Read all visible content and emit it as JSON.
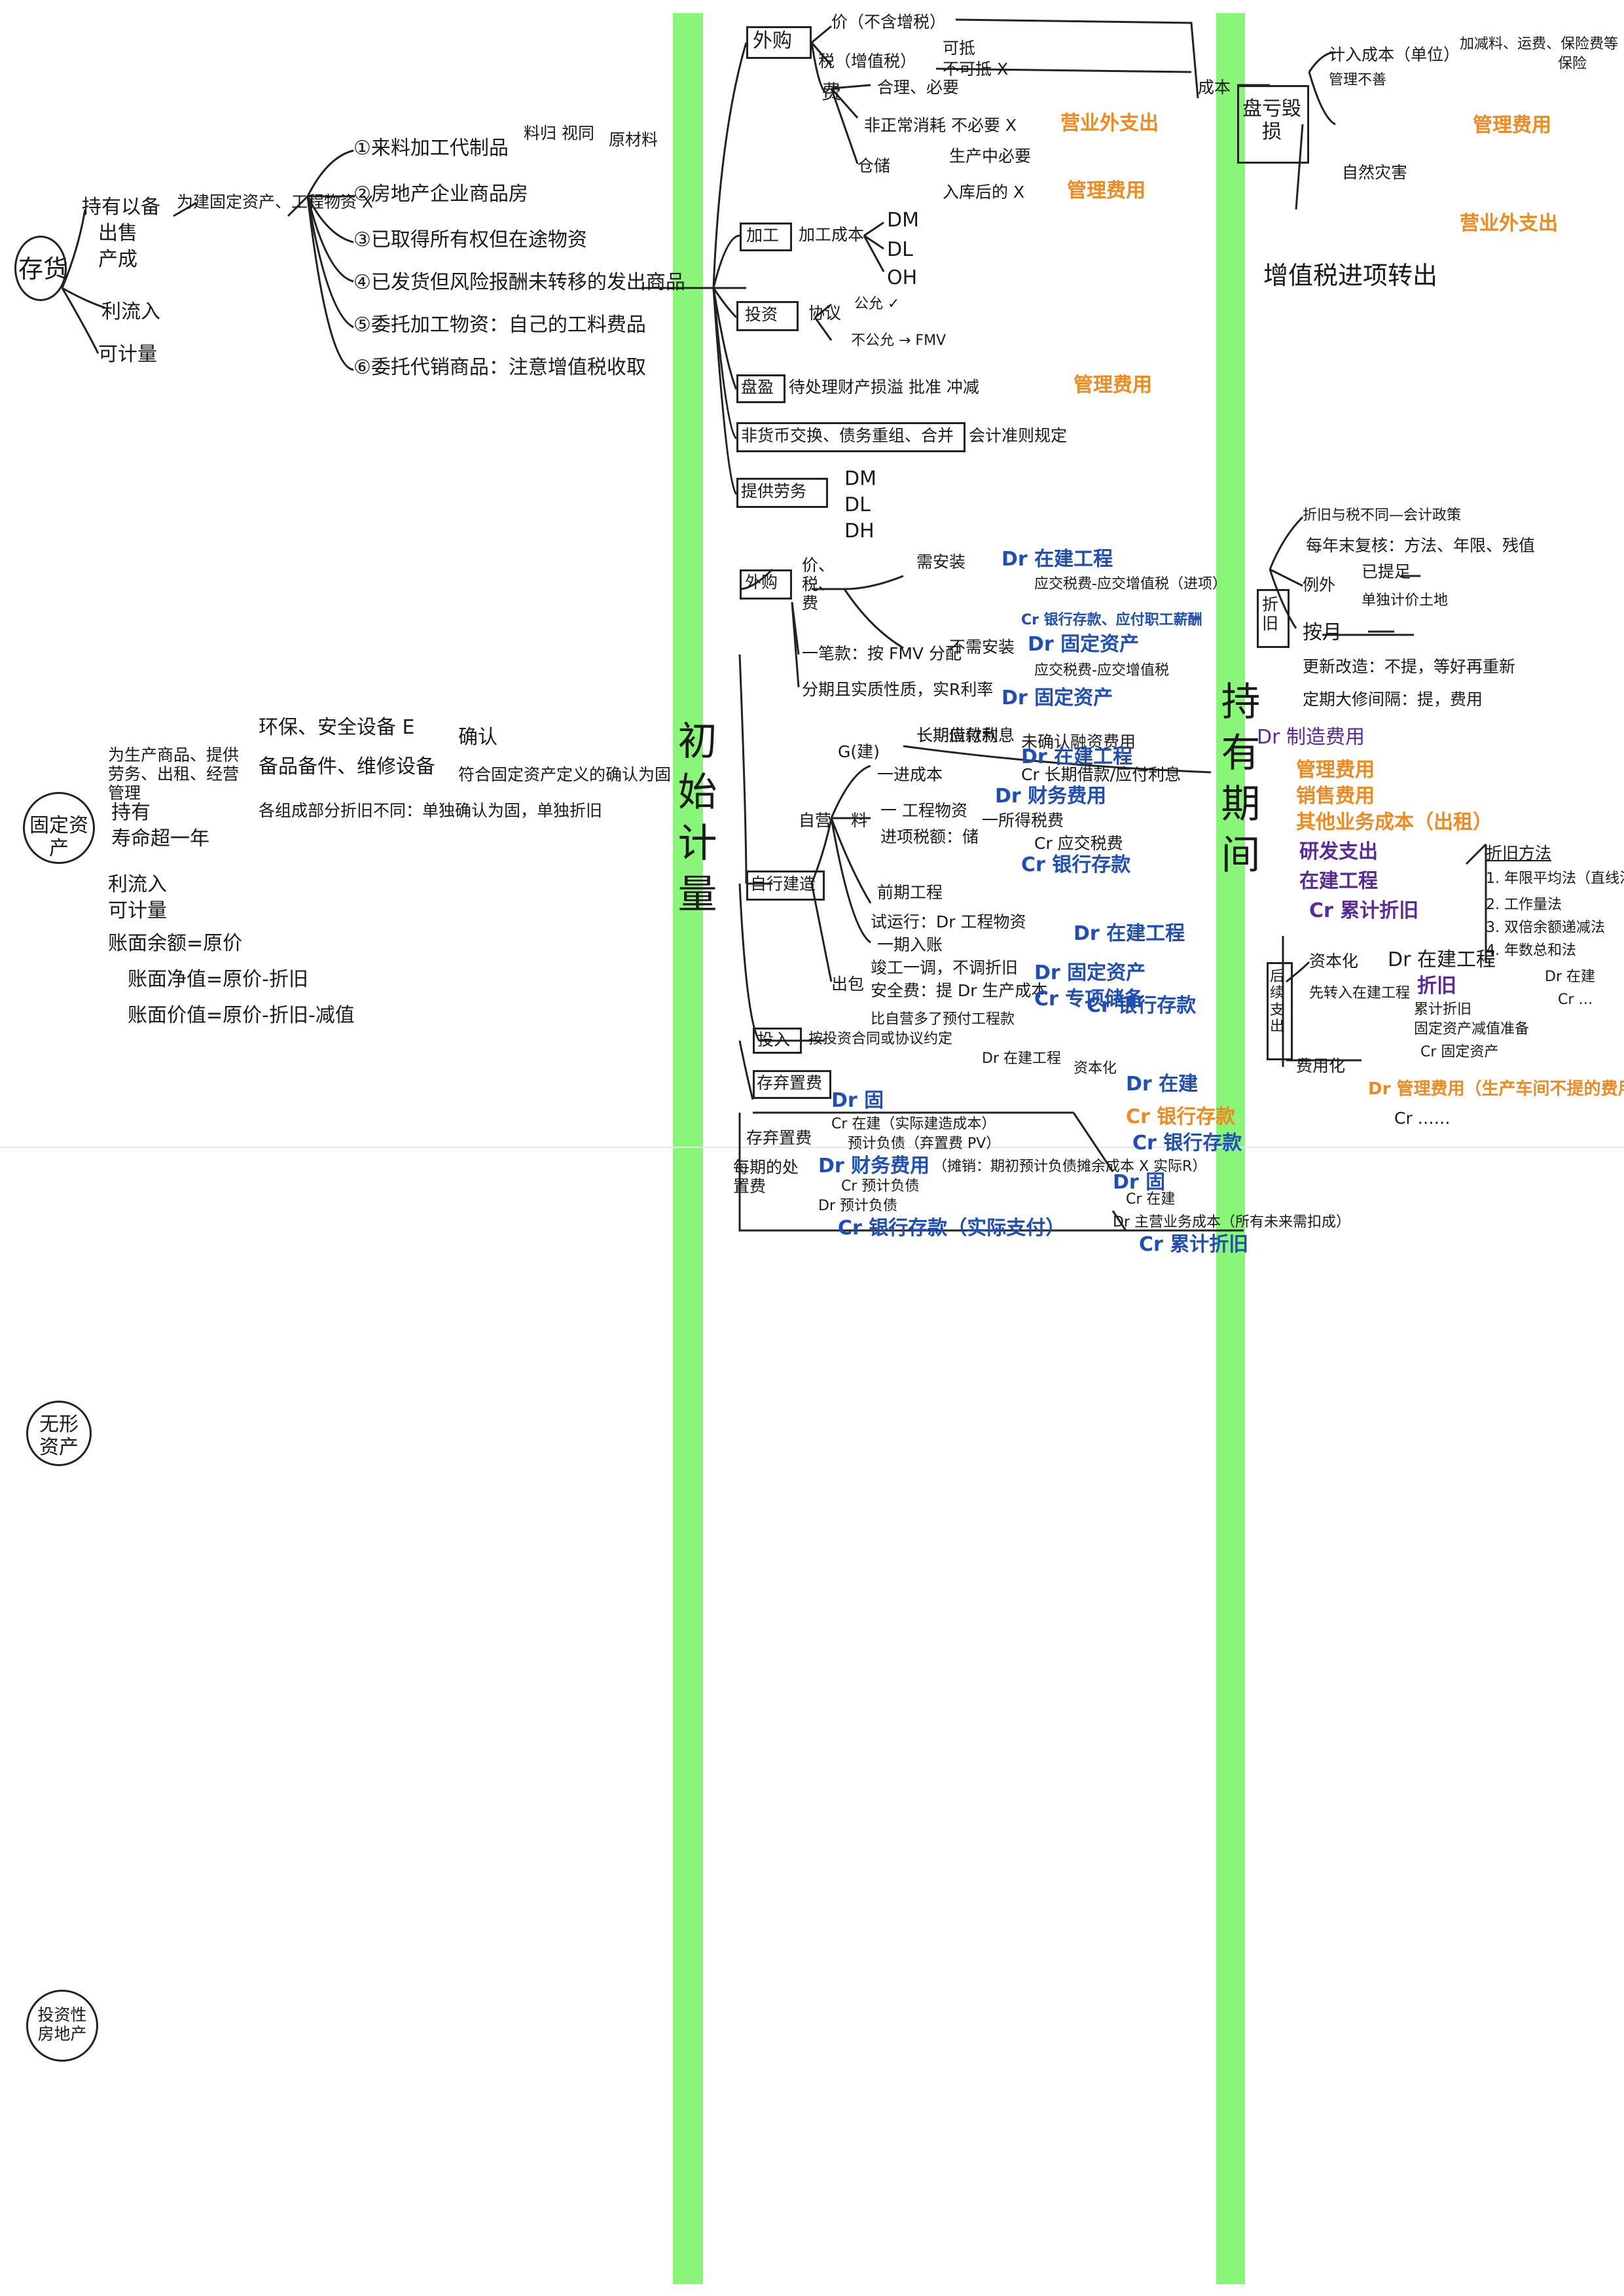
{
  "inventory": {
    "root": "存货",
    "hold": "持有以备",
    "sell": "出售",
    "produce": "产成",
    "cond1": "利流入",
    "cond2": "可计量",
    "exclude_title": "为建固定资产、工程物资 X",
    "items": [
      "①来料加工代制品",
      "②房地产企业商品房",
      "③已取得所有权但在途物资",
      "④已发货但风险报酬未转移的发出商品",
      "⑤委托加工物资：自己的工料费品",
      "⑥委托代销商品：注意增值税收取"
    ],
    "item1_note": "料归 视同",
    "item1_note2": "原材料"
  },
  "fixed_asset": {
    "root": "固定资产",
    "hold_purposes": "为生产商品、提供劳务、出租、经营管理",
    "hold": "持有",
    "life": "寿命超一年",
    "env": "环保、安全设备 E",
    "env_note": "确认",
    "spare": "备品备件、维修设备",
    "spare_note": "符合固定资产定义的确认为固",
    "component": "各组成部分折旧不同：单独确认为固，单独折旧",
    "cond1": "利流入",
    "cond2": "可计量",
    "bal1": "账面余额=原价",
    "bal2": "账面净值=原价-折旧",
    "bal3": "账面价值=原价-折旧-减值"
  },
  "intangible": {
    "root": "无形资产"
  },
  "investment_property": {
    "root": "投资性房地产"
  },
  "initial": {
    "title": "初始计量",
    "purchase": "外购",
    "price": "价（不含增税）",
    "tax": "税（增值税）",
    "tax_a": "可抵",
    "tax_b": "不可抵 X",
    "fee": "费",
    "fee_reasonable": "合理、必要",
    "abnormal": "非正常消耗 不必要 X",
    "abnormal_res": "营业外支出",
    "storage": "仓储",
    "storage_a": "生产中必要",
    "storage_b": "入库后的 X",
    "storage_res": "管理费用",
    "cost_label": "成本",
    "process": "加工",
    "process_cost": "加工成本",
    "dm": "DM",
    "dl": "DL",
    "oh": "OH",
    "invest": "投资",
    "agreement": "协议",
    "fair": "公允 ✓",
    "unfair": "不公允 → FMV",
    "inventory_check": "盘盈",
    "inventory_check_text": "待处理财产损溢 批准 冲减",
    "inventory_check_res": "管理费用",
    "exchange": "非货币交换、债务重组、合并",
    "exchange_res": "会计准则规定",
    "service": "提供劳务",
    "s_dm": "DM",
    "s_dl": "DL",
    "s_dh": "DH",
    "fa_purchase": "外购",
    "fa_price_tax_fee": "价、税、费",
    "need_install": "需安装",
    "need_install_dr": "Dr 在建工程",
    "install_note": "应交税费-应交增值税（进项）",
    "install_cr": "Cr 银行存款、应付职工薪酬",
    "no_install": "不需安装",
    "no_install_dr": "Dr 固定资产",
    "no_install_note": "应交税费-应交增值税",
    "bulk": "一笔款：按 FMV 分配",
    "installment": "分期且实质性质，实R利率",
    "installment_dr": "Dr 固定资产",
    "installment_a": "长期应付款",
    "installment_b": "未确认融资费用",
    "self_build": "自行建造",
    "self_method": "自营",
    "g_project": "G(建)",
    "into_cost": "一进成本",
    "material": "料",
    "material_a": "一 工程物资",
    "material_b": "进项税额：储",
    "borrowing": "长期借款利息",
    "borrow_dr": "Dr 在建工程",
    "borrow_cr": "Cr 长期借款/应付利息",
    "tax_dr": "Dr 财务费用",
    "selling": "一所得税费",
    "sell_cr": "Cr 应交税费",
    "paid": "Cr 银行存款",
    "engineering": "前期工程",
    "trial": "试运行：Dr 工程物资",
    "trial_b": "一期入账",
    "settle": "竣工一调，不调折旧",
    "safety": "安全费：提 Dr 生产成本",
    "safety_dr": "Dr 固定资产",
    "safety_cr": "Cr 专项储备",
    "outsource": "出包",
    "outsource_text": "比自营多了预付工程款",
    "prepay_dr": "Dr 在建工程",
    "prepay_cr": "Cr 银行存款",
    "contribution": "投入",
    "contribution_text": "按投资合同或协议约定",
    "contribution_a": "Dr 在建工程",
    "dismantle": "存弃置费",
    "dismantle_dr": "Dr 固",
    "dismantle_cr": "Cr 在建（实际建造成本）",
    "dismantle_cr2": "预计负债（弃置费 PV）",
    "dismantle_hold": "存弃置费",
    "finance_dr": "Dr 财务费用",
    "finance_note": "（摊销：期初预计负债摊余成本 X 实际R）",
    "finance_cr": "Cr 预计负债",
    "dispose_text": "每期的处置费",
    "dispose_dr": "Dr 预计负债",
    "dispose_cr": "Cr 银行存款（实际支付）",
    "fc_dr": "Dr 固",
    "fc_cr": "Cr 在建",
    "fc_dr2": "Dr 主营业务成本（所有未来需扣成）",
    "fc_cr2": "Cr 累计折旧",
    "cap": "资本化",
    "cap_dr": "Dr 在建",
    "cap_cr": "Cr 银行存款",
    "other": "Cr 银行存款"
  },
  "surplus": {
    "title": "盘亏毁损",
    "plan": "计入成本（单位）",
    "plan2": "管理不善",
    "disaster": "自然灾害",
    "tax_transfer": "增值税进项转出",
    "mgmt": "管理费用",
    "nonop": "营业外支出",
    "extra": "加减料、运费、保险费等",
    "extra2": "保险"
  },
  "holding_period": {
    "title": "持有期间",
    "dep": "折旧",
    "dep_a": "折旧与税不同—会计政策",
    "dep_b": "每年末复核：方法、年限、残值",
    "dep_c": "例外",
    "dep_c1": "已提足",
    "dep_c2": "单独计价土地",
    "by_month": "按月",
    "update": "更新改造：不提，等好再重新",
    "repair": "定期大修间隔：提，费用",
    "dr_mfg": "Dr 制造费用",
    "dr_mgmt": "管理费用",
    "dr_sell": "销售费用",
    "dr_other": "其他业务成本（出租）",
    "dr_rd": "研发支出",
    "dr_cip": "在建工程",
    "cr_acc": "Cr 累计折旧",
    "methods": "折旧方法",
    "m1": "1. 年限平均法（直线法）",
    "m2": "2. 工作量法",
    "m3": "3. 双倍余额递减法",
    "m4": "4. 年数总和法",
    "sub": "后续支出",
    "sub_cap": "资本化",
    "sub_cap_dr": "Dr 在建工程",
    "sub_cap_note": "先转入在建工程",
    "sub_cap_a": "累计折旧",
    "sub_cap_b": "固定资产减值准备",
    "sub_cap_cr": "Cr 固定资产",
    "sub_exp": "费用化",
    "sub_exp_dr": "Dr 管理费用（生产车间不提的费用）",
    "sub_exp_cr": "Cr ……",
    "sub_note": "折旧",
    "sub_note2": "Dr 在建",
    "sub_note3": "Cr …"
  }
}
